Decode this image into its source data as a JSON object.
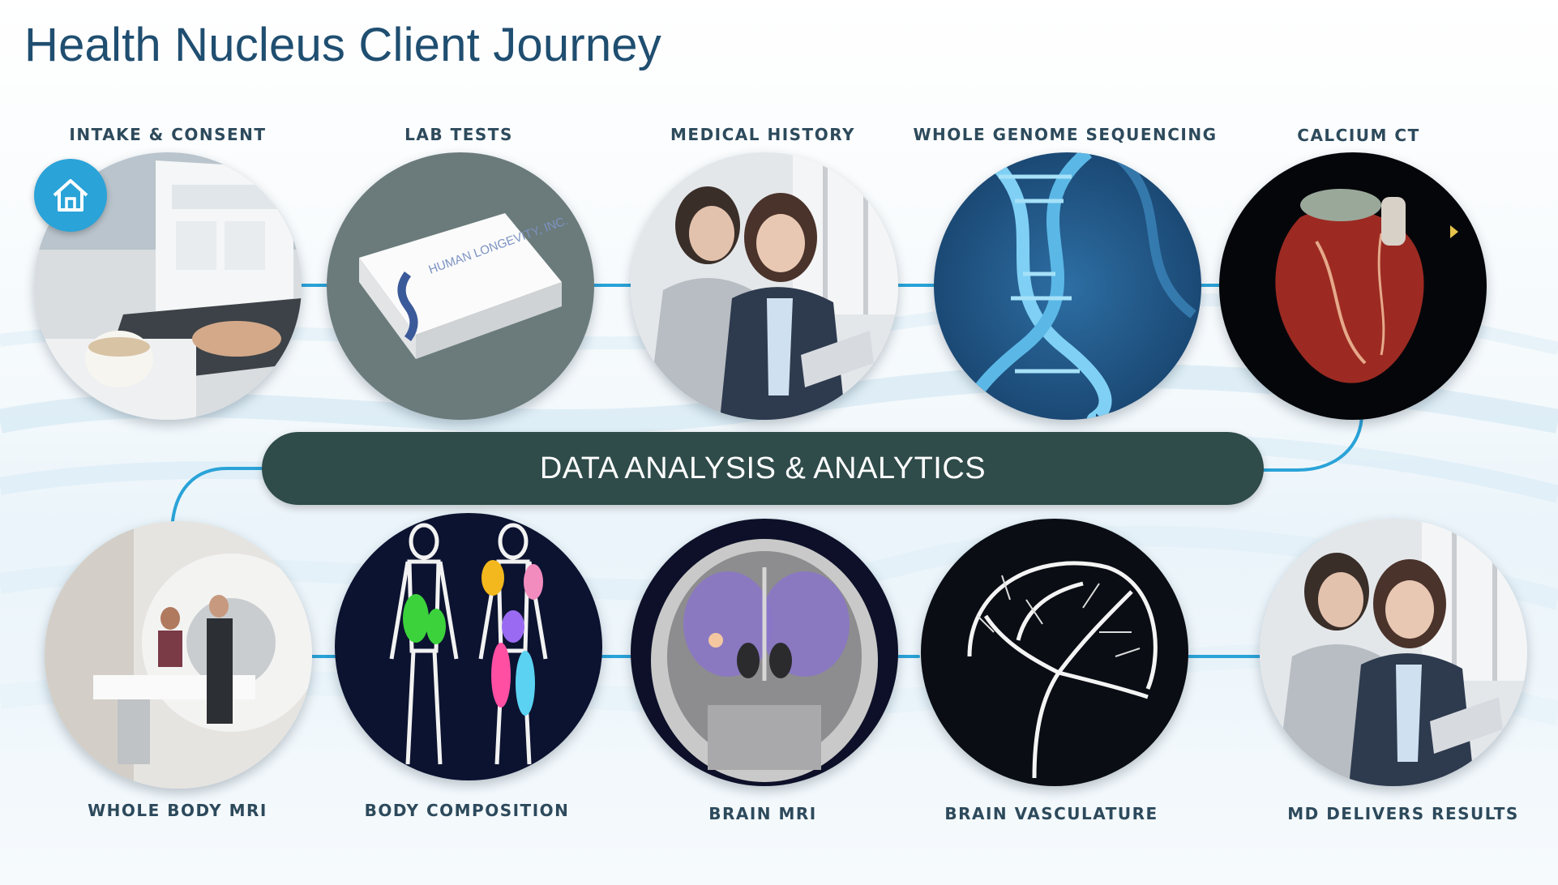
{
  "title": "Health Nucleus Client Journey",
  "banner": "DATA ANALYSIS & ANALYTICS",
  "steps_top": [
    {
      "label": "INTAKE & CONSENT",
      "icon": "laptop-intake-photo"
    },
    {
      "label": "LAB TESTS",
      "icon": "lab-kit-box-photo"
    },
    {
      "label": "MEDICAL HISTORY",
      "icon": "consultation-photo"
    },
    {
      "label": "WHOLE GENOME SEQUENCING",
      "icon": "dna-helix-image"
    },
    {
      "label": "CALCIUM CT",
      "icon": "heart-ct-image"
    }
  ],
  "steps_bottom": [
    {
      "label": "WHOLE BODY MRI",
      "icon": "mri-scanner-photo"
    },
    {
      "label": "BODY COMPOSITION",
      "icon": "body-scan-image"
    },
    {
      "label": "BRAIN MRI",
      "icon": "brain-mri-image"
    },
    {
      "label": "BRAIN VASCULATURE",
      "icon": "brain-vessels-image"
    },
    {
      "label": "MD DELIVERS RESULTS",
      "icon": "consultation-photo"
    }
  ],
  "box_text": "HUMAN LONGEVITY, INC.",
  "colors": {
    "title": "#1f4e70",
    "label": "#2d4a5c",
    "connector": "#2aa3d8",
    "banner_bg": "#2f4b4a",
    "home_button": "#2aa3d8"
  }
}
